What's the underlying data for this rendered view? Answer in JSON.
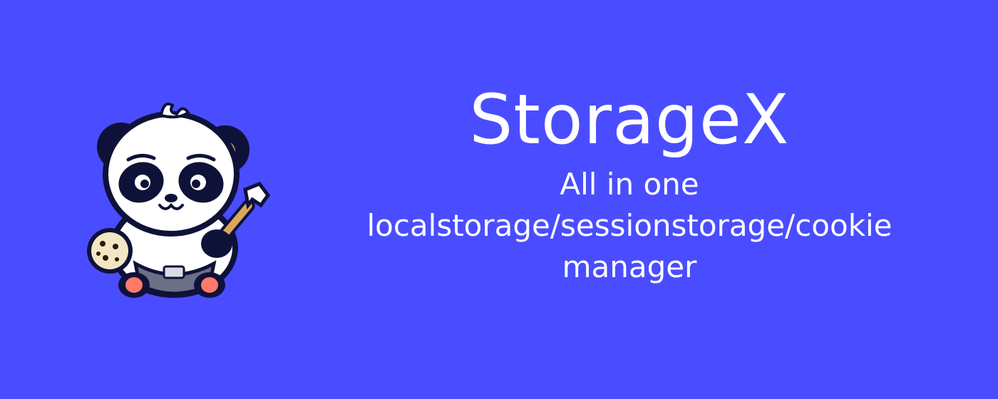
{
  "banner": {
    "title": "StorageX",
    "subtitle_lines": [
      "All in one",
      "localstorage/sessionstorage/cookie",
      "manager"
    ]
  },
  "mascot": {
    "icon": "panda-mascot-icon",
    "holding": [
      "cookie-icon",
      "wrench-icon"
    ]
  },
  "colors": {
    "background": "#4a4dff",
    "text": "#ffffff"
  }
}
